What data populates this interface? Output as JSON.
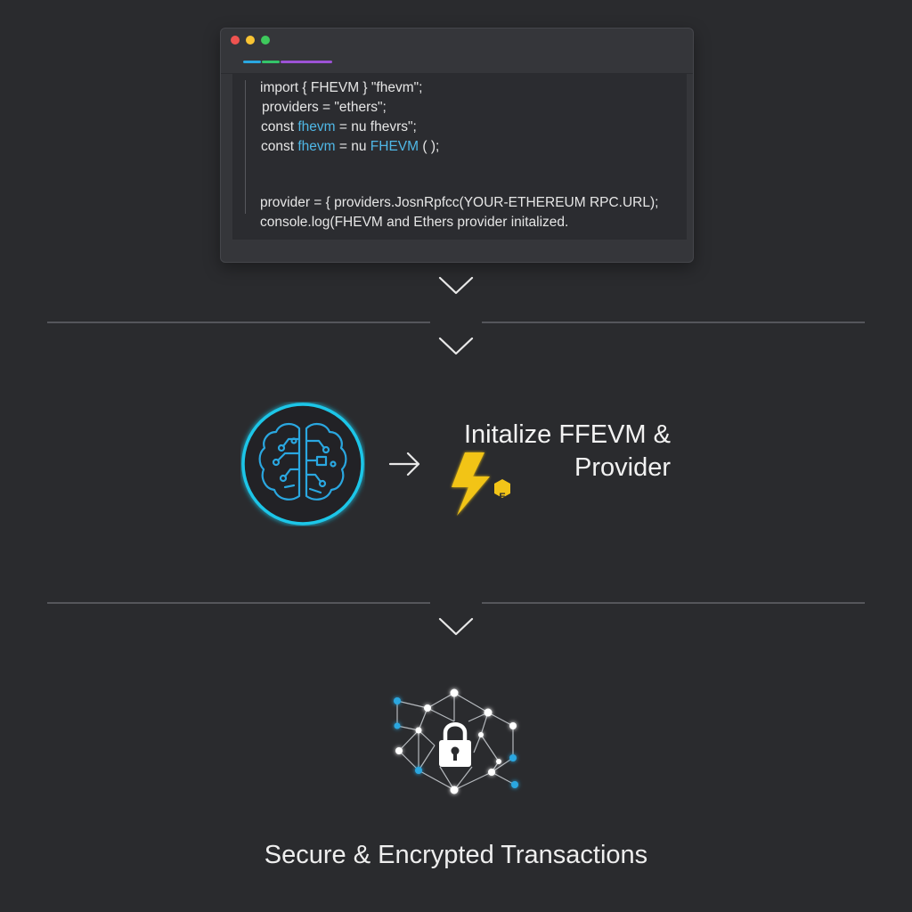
{
  "code_window": {
    "lines": [
      [
        {
          "t": "import { FHEVM } \"fhevm\";",
          "c": "plain"
        }
      ],
      [
        {
          "t": "providers = \"ethers\";",
          "c": "plain"
        }
      ],
      [
        {
          "t": "const ",
          "c": "plain"
        },
        {
          "t": "fhevm",
          "c": "blue"
        },
        {
          "t": " = nu ",
          "c": "plain"
        },
        {
          "t": "fhevrs\";",
          "c": "plain"
        }
      ],
      [
        {
          "t": "const ",
          "c": "plain"
        },
        {
          "t": "fhevm",
          "c": "blue"
        },
        {
          "t": " = nu ",
          "c": "plain"
        },
        {
          "t": "FHEVM",
          "c": "blue"
        },
        {
          "t": " ( );",
          "c": "plain"
        }
      ],
      [
        {
          "t": "provider = { providers.JosnRpfcc(YOUR-ETHEREUM RPC.URL);",
          "c": "plain"
        }
      ],
      [
        {
          "t": "console.log(FHEVM and Ethers provider initalized.",
          "c": "plain"
        }
      ]
    ]
  },
  "step": {
    "title_line1": "Initalize FFEVM &",
    "title_line2": "Provider",
    "badge_letter": "E"
  },
  "caption": "Secure & Encrypted Transactions",
  "colors": {
    "background": "#2a2b2e",
    "accent_cyan": "#1fc6e8",
    "accent_blue": "#2aa7e0",
    "bolt_yellow": "#f2c418"
  },
  "icons": [
    "brain-circuit-icon",
    "arrow-right-icon",
    "lightning-bolt-icon",
    "lock-icon",
    "network-icon",
    "chevron-down-icon"
  ]
}
